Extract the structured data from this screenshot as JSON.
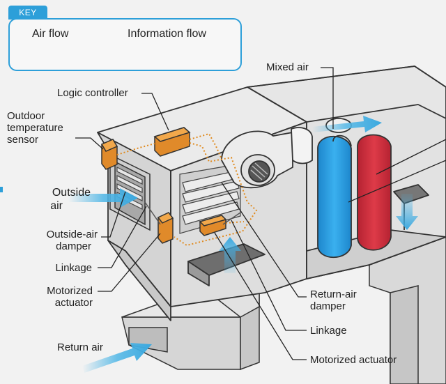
{
  "key": {
    "title": "KEY",
    "air_flow": "Air flow",
    "info_flow": "Information flow"
  },
  "labels": {
    "mixed_air": "Mixed air",
    "logic_controller": "Logic controller",
    "outdoor_sensor_l1": "Outdoor",
    "outdoor_sensor_l2": "temperature",
    "outdoor_sensor_l3": "sensor",
    "outside_air_l1": "Outside",
    "outside_air_l2": "air",
    "oa_damper_l1": "Outside-air",
    "oa_damper_l2": "damper",
    "linkage_left": "Linkage",
    "motor_left_l1": "Motorized",
    "motor_left_l2": "actuator",
    "return_air": "Return air",
    "ra_damper_l1": "Return-air",
    "ra_damper_l2": "damper",
    "linkage_right": "Linkage",
    "motor_right": "Motorized actuator"
  },
  "colors": {
    "air_flow": "#4fb6e6",
    "info_flow": "#e08a1e",
    "key_border": "#2d9fd9",
    "component_orange": "#e08a2a",
    "cooling_coil": "#2b9fe3",
    "heating_coil": "#d8323f"
  }
}
